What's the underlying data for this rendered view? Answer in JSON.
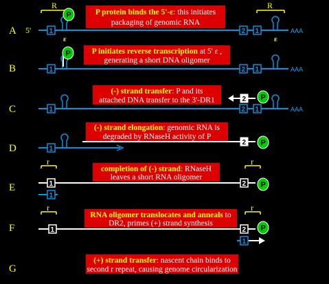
{
  "labels": {
    "five_prime": "5'",
    "poly_a": "AAA",
    "epsilon": "ε",
    "repeat_upper": "R",
    "repeat_lower": "r",
    "protein": "P",
    "dr1": "1",
    "dr2": "2"
  },
  "colors": {
    "rna": "#0096e6",
    "dna": "#ffffff",
    "protein": "#00cc00",
    "caption_bg": "#dd0000",
    "highlight": "#ffff00",
    "label": "#ffff00"
  },
  "steps": [
    {
      "letter": "A",
      "hl": "P protein binds the 5'-ε",
      "rest1": ": this initiates",
      "line2": "packaging of genomic RNA"
    },
    {
      "letter": "B",
      "hl": "P initiates reverse transcription",
      "rest1": " at 5' ε ,",
      "line2": "generating a short DNA oligomer"
    },
    {
      "letter": "C",
      "hl": "(-) strand transfer",
      "rest1": ": P and its",
      "line2": "attached DNA transfer to the 3'-DR1"
    },
    {
      "letter": "D",
      "hl": "(-) strand elongation",
      "rest1": ": genomic RNA is",
      "line2": "degraded by RNaseH activity of P"
    },
    {
      "letter": "E",
      "hl": "completion of (-) strand",
      "rest1": ": RNaseH",
      "line2": "leaves a short RNA oligomer"
    },
    {
      "letter": "F",
      "hl": "RNA oligomer translocates and anneals",
      "rest1": " to",
      "line2": "DR2, primes (+) strand synthesis"
    },
    {
      "letter": "G",
      "hl": "(+) strand transfer",
      "rest1": ": nascent chain binds to",
      "line2": "second r repeat, causing genome circularization"
    }
  ]
}
